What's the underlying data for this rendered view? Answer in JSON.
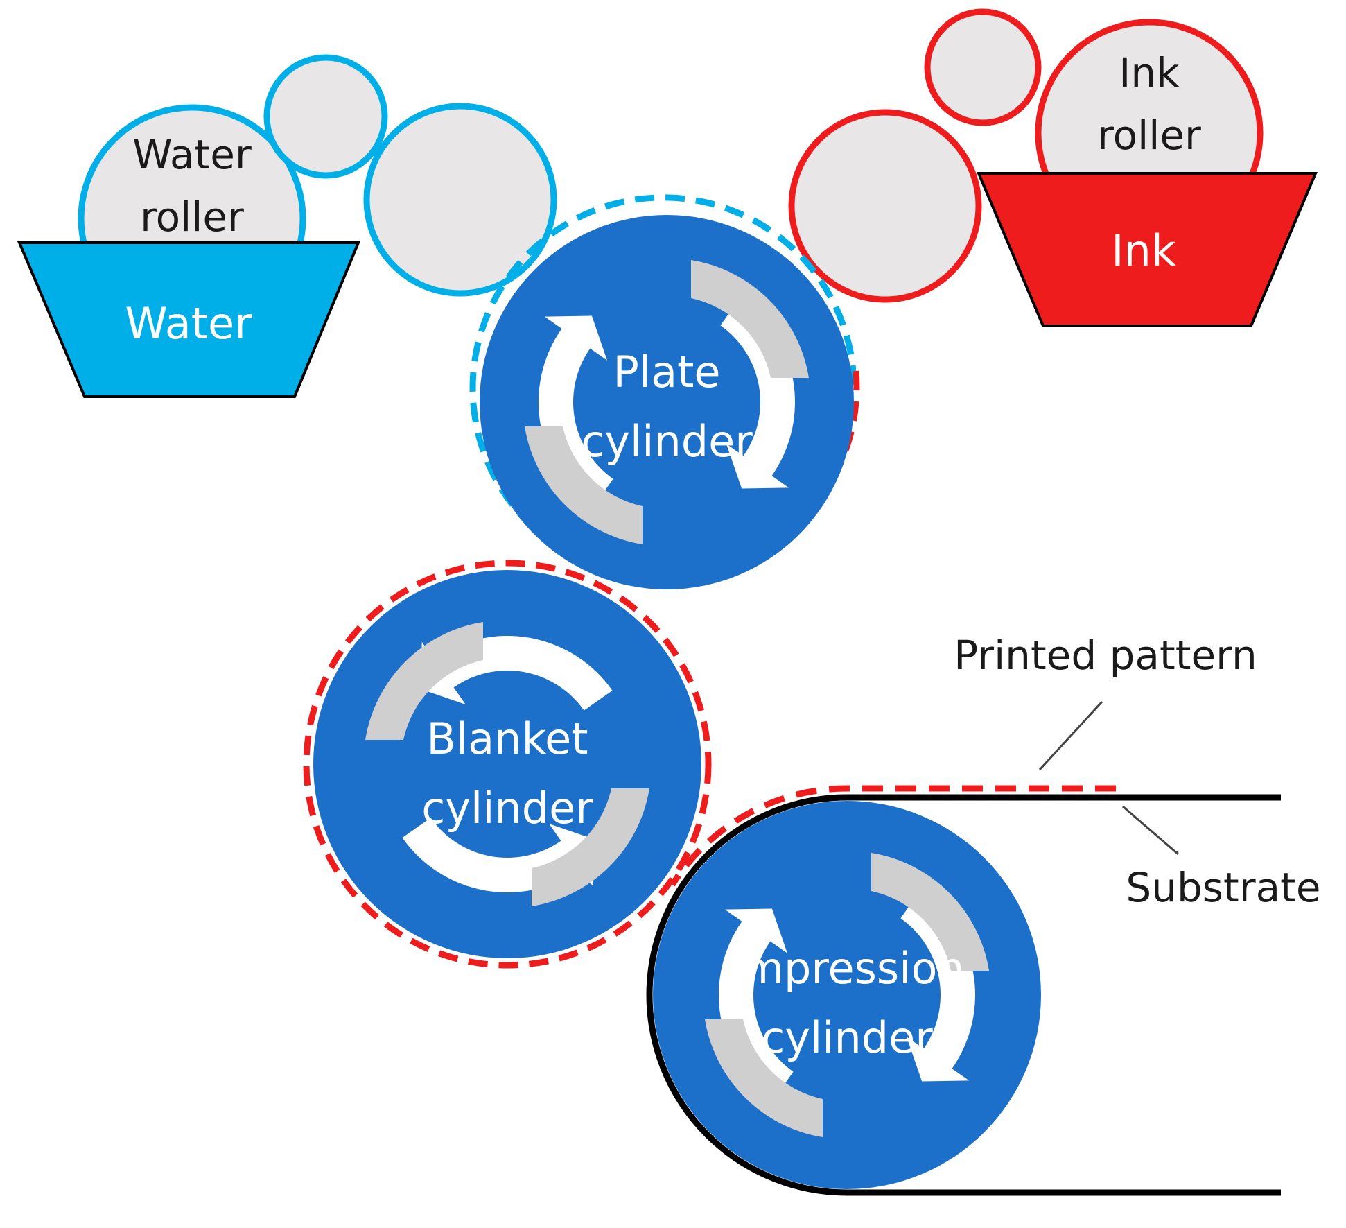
{
  "labels": {
    "water_roller": [
      "Water",
      "roller"
    ],
    "water": "Water",
    "ink_roller": [
      "Ink",
      "roller"
    ],
    "ink": "Ink",
    "plate_cylinder": [
      "Plate",
      "cylinder"
    ],
    "blanket_cylinder": [
      "Blanket",
      "cylinder"
    ],
    "impression_cylinder": [
      "Impression",
      "cylinder"
    ],
    "printed_pattern": "Printed pattern",
    "substrate": "Substrate"
  },
  "colors": {
    "cylinder_fill": "#1d70c9",
    "roller_fill": "#e8e6e7",
    "water_blue": "#00aee8",
    "ink_red": "#ee1c1c",
    "arrow_white": "#ffffff",
    "arrow_gray": "#cfcfcf",
    "outline": "#000000"
  }
}
